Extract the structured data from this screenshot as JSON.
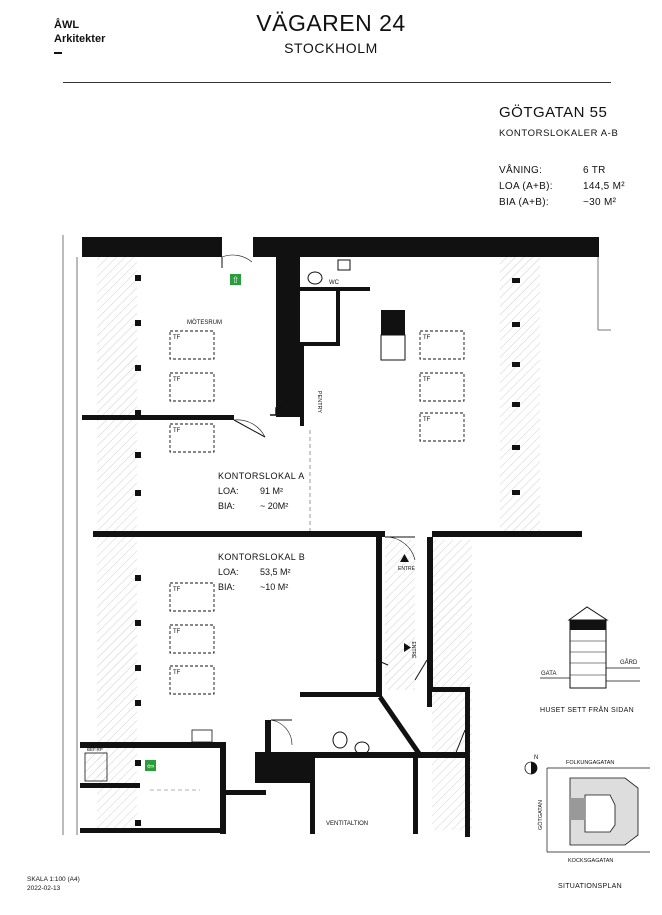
{
  "header": {
    "logo_line1": "ÅWL",
    "logo_line2": "Arkitekter",
    "title": "VÄGAREN 24",
    "subtitle": "STOCKHOLM"
  },
  "property": {
    "address": "GÖTGATAN 55",
    "subtitle": "KONTORSLOKALER A-B",
    "info": [
      {
        "label": "VÅNING:",
        "value": "6 TR"
      },
      {
        "label": "LOA (A+B):",
        "value": "144,5 M²"
      },
      {
        "label": "BIA (A+B):",
        "value": "~30 M²"
      }
    ]
  },
  "plan": {
    "room_motesrum": "MÖTESRUM",
    "room_wc": "WC",
    "room_pentry": "PENTRY",
    "room_ventilation": "VENTITALTION",
    "tf_label": "TF",
    "entre_label": "ENTRÉ",
    "stair_label": "BEF.RP",
    "lokal_a": {
      "name": "KONTORSLOKAL A",
      "loa_label": "LOA:",
      "loa_value": "91 M²",
      "bia_label": "BIA:",
      "bia_value": "~ 20M²"
    },
    "lokal_b": {
      "name": "KONTORSLOKAL B",
      "loa_label": "LOA:",
      "loa_value": "53,5 M²",
      "bia_label": "BIA:",
      "bia_value": "~10 M²"
    }
  },
  "section_view": {
    "gata": "GATA",
    "gard": "GÅRD",
    "caption": "HUSET SETT FRÅN SIDAN"
  },
  "site_plan": {
    "north": "N",
    "street_top": "FOLKUNGAGATAN",
    "street_left": "GÖTGATAN",
    "street_bottom": "KOCKSGAGATAN",
    "caption": "SITUATIONSPLAN"
  },
  "footer": {
    "scale": "SKALA 1:100 (A4)",
    "date": "2022-02-13"
  }
}
